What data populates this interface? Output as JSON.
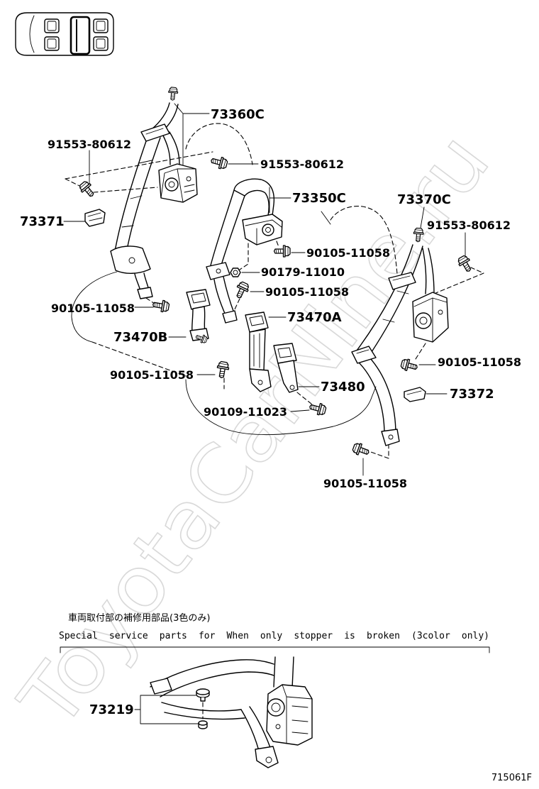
{
  "part_numbers": [
    "73360C",
    "91553-80612",
    "91553-80612",
    "73350C",
    "73370C",
    "91553-80612",
    "73371",
    "90105-11058",
    "90179-11010",
    "90105-11058",
    "90105-11058",
    "73470A",
    "73470B",
    "90105-11058",
    "90105-11058",
    "73480",
    "73372",
    "90109-11023",
    "90105-11058"
  ],
  "service_parts": {
    "caption_ja": "車両取付部の補修用部品(3色のみ)",
    "caption_en": "Special service parts for When only stopper is broken (3color only)",
    "part_number": "73219"
  },
  "figure_code": "715061F",
  "watermark": "ToyotaCarNine.ru",
  "icons": {
    "seat_position": "seat-position-icon",
    "fastener": "bolt-icon"
  },
  "colors": {
    "background": "#ffffff",
    "line": "#000000",
    "watermark": "#d9d9d9"
  }
}
